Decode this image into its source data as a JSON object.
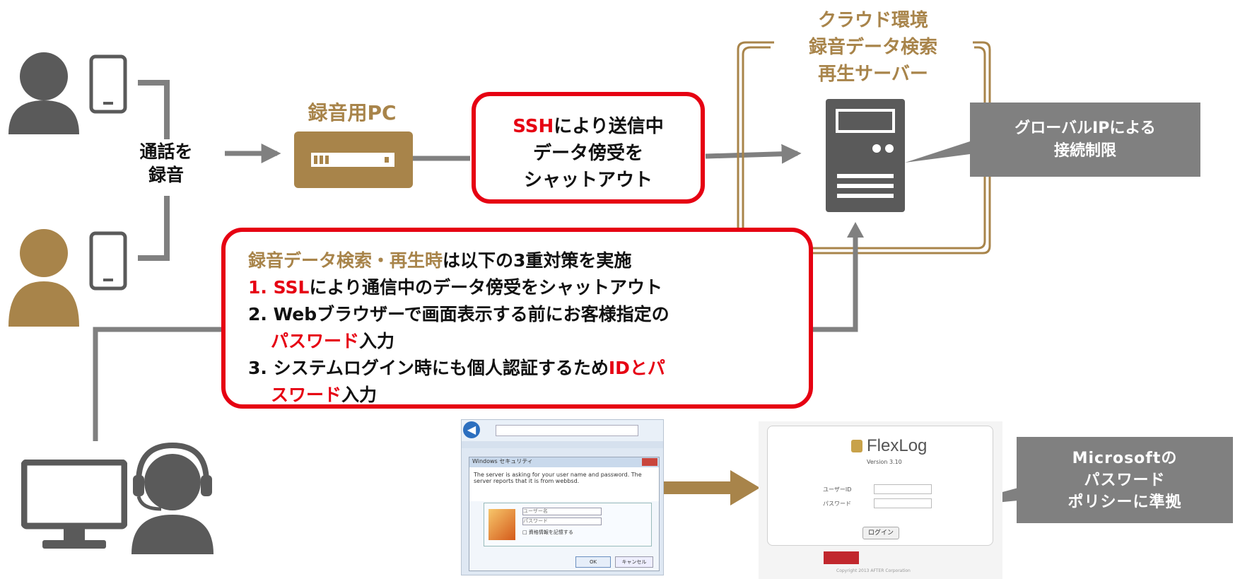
{
  "recording_label": [
    "通話を",
    "録音"
  ],
  "recording_pc_label": "録音用PC",
  "ssh_box": {
    "line1_highlight": "SSH",
    "line1_rest": "により送信中",
    "line2": "データ傍受を",
    "line3": "シャットアウト"
  },
  "cloud": {
    "title_lines": [
      "クラウド環境",
      "録音データ検索",
      "再生サーバー"
    ]
  },
  "global_ip_callout": [
    "グローバルIPによる",
    "接続制限"
  ],
  "measures": {
    "heading_gold": "録音データ検索・再生時",
    "heading_rest": "は以下の3重対策を実施",
    "item1_num": "1. ",
    "item1_highlight": "SSL",
    "item1_rest": "により通信中のデータ傍受をシャットアウト",
    "item2_line1": "2. Webブラウザーで画面表示する前にお客様指定の",
    "item2_highlight": "パスワード",
    "item2_rest": "入力",
    "item3_line1_prefix": "3. システムログイン時にも個人認証するため",
    "item3_highlight_a": "IDとパ",
    "item3_highlight_b": "スワード",
    "item3_rest": "入力"
  },
  "ms_callout": [
    "Microsoftの",
    "パスワード",
    "ポリシーに準拠"
  ],
  "flexlog": {
    "brand": "FlexLog",
    "version": "Version 3.10",
    "user_label": "ユーザーID",
    "password_label": "パスワード",
    "login_button": "ログイン",
    "copyright": "Copyright 2013 AFTER Corporation"
  },
  "windows_dialog": {
    "title": "Windows セキュリティ",
    "message": "The server                    is asking for your user name and password. The server reports that it is from webbsd.",
    "user_placeholder": "ユーザー名",
    "password_placeholder": "パスワード",
    "remember": "資格情報を記憶する",
    "ok": "OK",
    "cancel": "キャンセル"
  },
  "colors": {
    "gold": "#a8844a",
    "red": "#e60012",
    "grey": "#808080",
    "dark_grey": "#5a5a5a"
  }
}
